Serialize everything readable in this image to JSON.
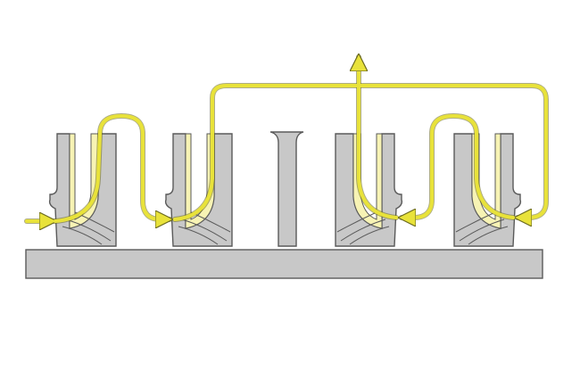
{
  "diagram": {
    "stage_count": 4,
    "colors": {
      "background": "#ffffff",
      "metal": "#c8c8c8",
      "metal_edge": "#5a5a5a",
      "impeller_fill": "#f7f3b4",
      "flow_line": "#e8e23a",
      "flow_edge": "#6b6a20"
    },
    "components": [
      {
        "name": "base-plate"
      },
      {
        "name": "impeller-stage-1",
        "orientation": "left-inlet"
      },
      {
        "name": "impeller-stage-2",
        "orientation": "left-inlet"
      },
      {
        "name": "center-divider"
      },
      {
        "name": "impeller-stage-3",
        "orientation": "right-inlet"
      },
      {
        "name": "impeller-stage-4",
        "orientation": "right-inlet"
      }
    ],
    "flow": {
      "inlet_side": "left",
      "outlet_direction": "up"
    }
  }
}
